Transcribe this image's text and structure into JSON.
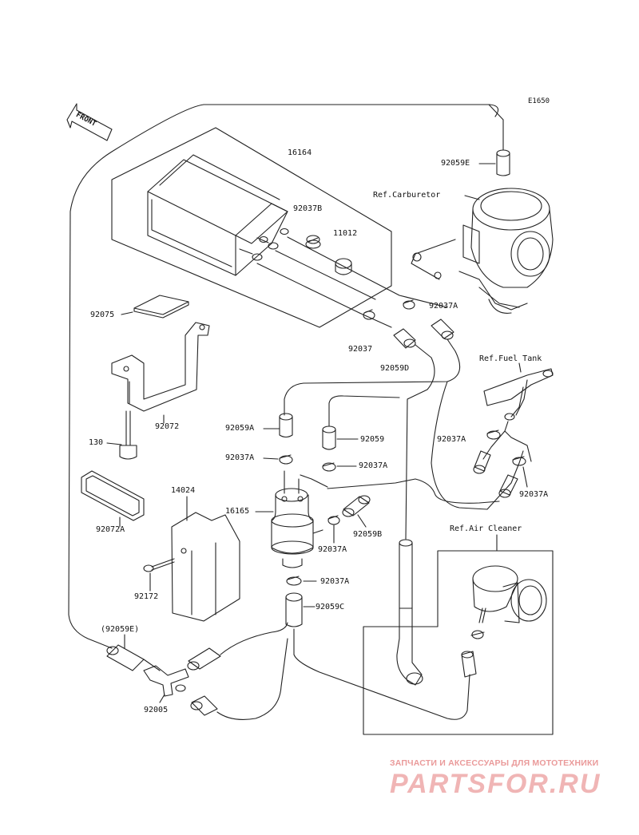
{
  "diagram_code": "E1650",
  "front_label": "FRONT",
  "references": {
    "carburetor": "Ref.Carburetor",
    "fuel_tank": "Ref.Fuel Tank",
    "air_cleaner": "Ref.Air Cleaner"
  },
  "parts": {
    "p16164": "16164",
    "p92037B": "92037B",
    "p11012": "11012",
    "p92059E_top": "92059E",
    "p92037A_1": "92037A",
    "p92075": "92075",
    "p92037": "92037",
    "p92059D": "92059D",
    "p92072": "92072",
    "p92059A": "92059A",
    "p92059": "92059",
    "p92037A_2": "92037A",
    "p130": "130",
    "p92037A_3": "92037A",
    "p92037A_4": "92037A",
    "p92037A_5": "92037A",
    "p14024": "14024",
    "p16165": "16165",
    "p92072A": "92072A",
    "p92059B": "92059B",
    "p92037A_6": "92037A",
    "p92172": "92172",
    "p92037A_7": "92037A",
    "p92059C": "92059C",
    "p92059E_paren": "(92059E)",
    "p92005": "92005"
  },
  "watermark": {
    "tagline": "ЗАПЧАСТИ И АКСЕССУАРЫ ДЛЯ МОТОТЕХНИКИ",
    "logo": "PARTSFOR.RU"
  }
}
